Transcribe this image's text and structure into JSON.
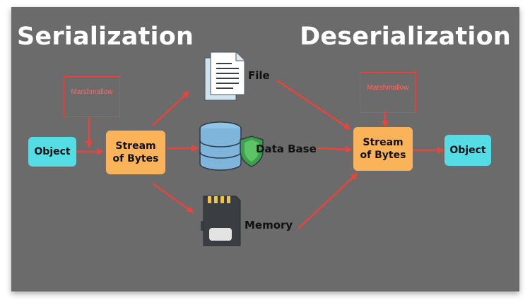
{
  "headings": {
    "serialization": "Serialization",
    "deserialization": "Deserialization"
  },
  "left": {
    "object": "Object",
    "marshmallow": "Marshmallow",
    "stream": "Stream\nof Bytes"
  },
  "right": {
    "object": "Object",
    "marshmallow": "Marshmallow",
    "stream": "Stream\nof Bytes"
  },
  "storage": {
    "file": "File",
    "database": "Data Base",
    "memory": "Memory"
  },
  "icons": {
    "file": "document-icon",
    "database": "database-shield-icon",
    "memory": "memory-card-icon"
  },
  "colors": {
    "background": "#6b6b6b",
    "object": "#55dde6",
    "stream": "#fbb35a",
    "arrow": "#e8443c"
  }
}
